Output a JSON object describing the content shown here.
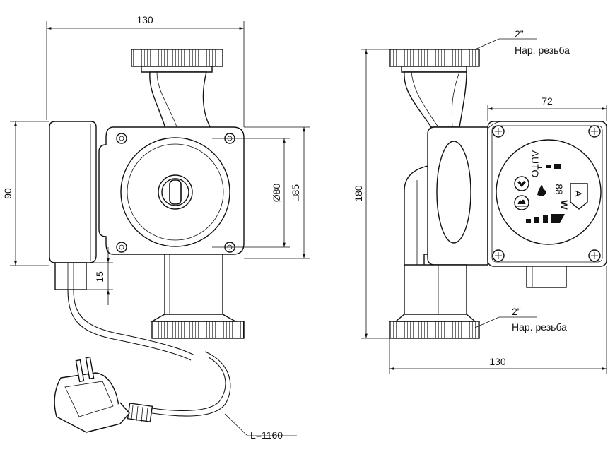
{
  "diagram": {
    "front_view": {
      "dims": {
        "width": "130",
        "height": "90",
        "rotor_diameter": "Ø80",
        "flange_square": "□85",
        "cable_gland": "15"
      },
      "cable_length": "L=1160"
    },
    "side_view": {
      "dims": {
        "height": "180",
        "width": "130",
        "control_box": "72"
      },
      "thread_top": {
        "size": "2\"",
        "type": "Нар. резьба"
      },
      "thread_bottom": {
        "size": "2\"",
        "type": "Нар. резьба"
      },
      "panel": {
        "auto_label": "AUTO",
        "mode_letter": "A",
        "power_unit": "W",
        "display": "88"
      }
    }
  }
}
